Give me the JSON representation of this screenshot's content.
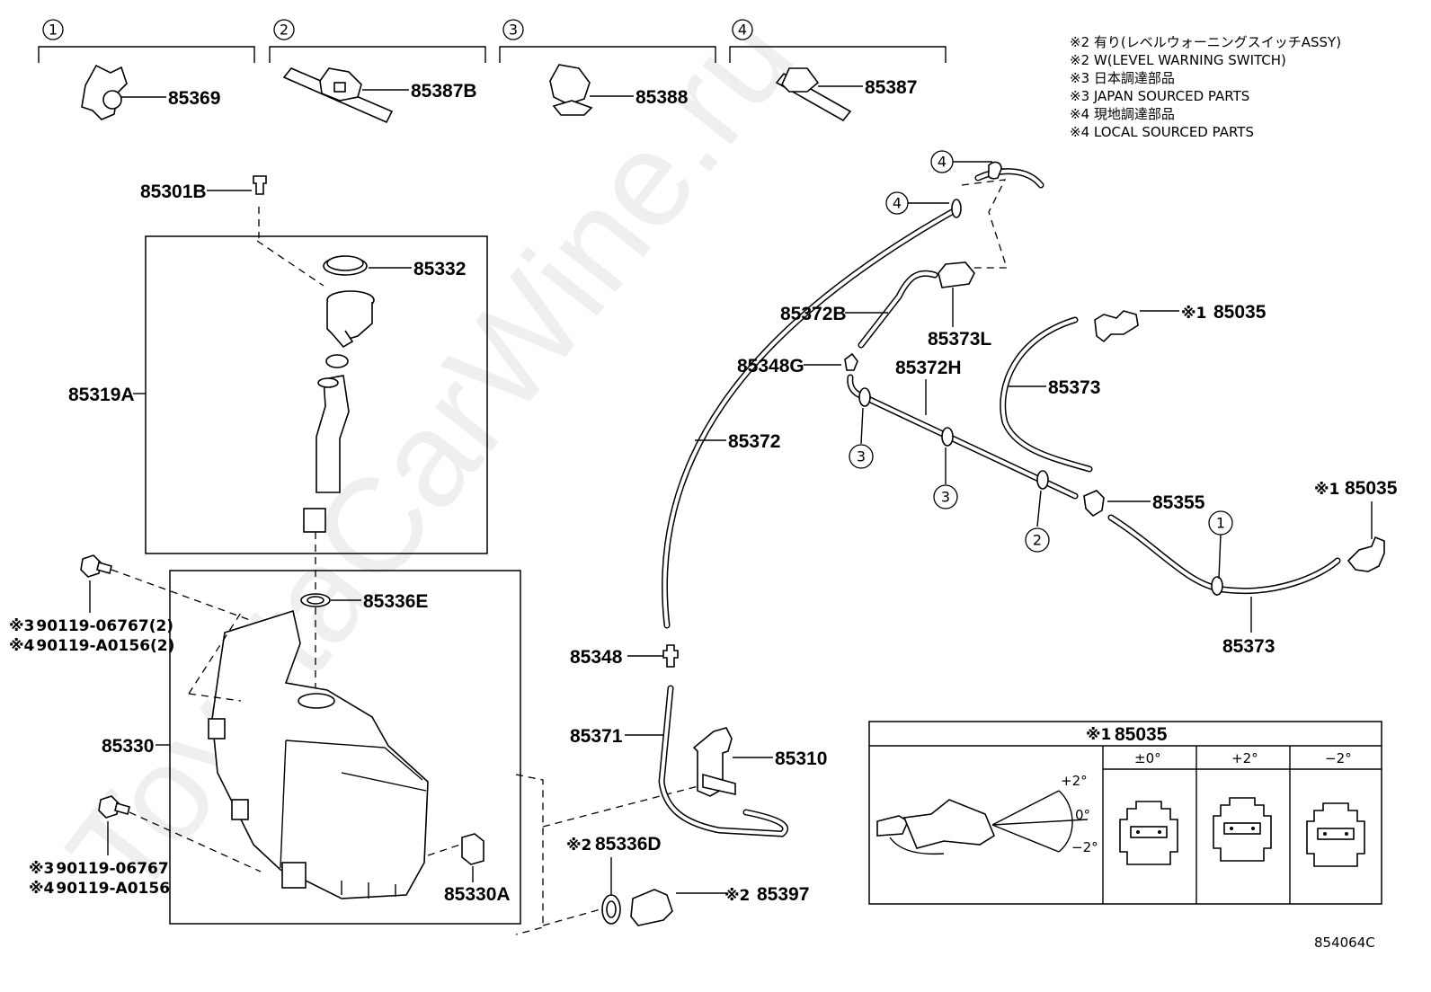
{
  "watermark": "ToyotaCarWine.ru",
  "group_headers": [
    {
      "number": "1",
      "part": "85369"
    },
    {
      "number": "2",
      "part": "85387B"
    },
    {
      "number": "3",
      "part": "85388"
    },
    {
      "number": "4",
      "part": "85387"
    }
  ],
  "notes": [
    "※2 有り(レベルウォーニングスイッチASSY)",
    "※2 W(LEVEL WARNING SWITCH)",
    "※3 日本調達部品",
    "※3 JAPAN SOURCED PARTS",
    "※4 現地調達部品",
    "※4 LOCAL SOURCED PARTS"
  ],
  "parts": {
    "p85301B": "85301B",
    "p85332": "85332",
    "p85319A": "85319A",
    "p85336E": "85336E",
    "p85330": "85330",
    "p85330A": "85330A",
    "p85348": "85348",
    "p85371": "85371",
    "p85310": "85310",
    "p85336D": "85336D",
    "p85397": "85397",
    "p85372": "85372",
    "p85372B": "85372B",
    "p85373L": "85373L",
    "p85348G": "85348G",
    "p85372H": "85372H",
    "p85373a": "85373",
    "p85373b": "85373",
    "p85035a": "85035",
    "p85035b": "85035",
    "p85355": "85355",
    "bolt1_a": "90119-06767(2)",
    "bolt1_b": "90119-A0156(2)",
    "bolt2_a": "90119-06767",
    "bolt2_b": "90119-A0156"
  },
  "marks": {
    "m1": "※1",
    "m2": "※2",
    "m3": "※3",
    "m4": "※4"
  },
  "callouts": {
    "c4a": "4",
    "c4b": "4",
    "c3a": "3",
    "c3b": "3",
    "c2": "2",
    "c1": "1"
  },
  "inset": {
    "title": "85035",
    "title_mark": "※1",
    "columns": [
      "±0°",
      "+2°",
      "−2°"
    ],
    "angle_labels": [
      "+2°",
      "0°",
      "−2°"
    ]
  },
  "figure_code": "854064C"
}
